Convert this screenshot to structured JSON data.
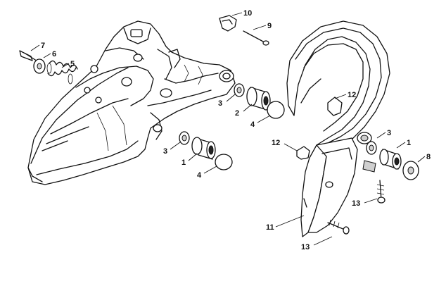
{
  "callouts": [
    {
      "id": "c10",
      "text": "10"
    },
    {
      "id": "c9",
      "text": "9"
    },
    {
      "id": "c7",
      "text": "7"
    },
    {
      "id": "c6",
      "text": "6"
    },
    {
      "id": "c5",
      "text": "5"
    },
    {
      "id": "c12a",
      "text": "12"
    },
    {
      "id": "c3a",
      "text": "3"
    },
    {
      "id": "c2",
      "text": "2"
    },
    {
      "id": "c4a",
      "text": "4"
    },
    {
      "id": "c3b",
      "text": "3"
    },
    {
      "id": "c1a",
      "text": "1"
    },
    {
      "id": "c4b",
      "text": "4"
    },
    {
      "id": "c12b",
      "text": "12"
    },
    {
      "id": "c3c",
      "text": "3"
    },
    {
      "id": "c1b",
      "text": "1"
    },
    {
      "id": "c8",
      "text": "8"
    },
    {
      "id": "c13a",
      "text": "13"
    },
    {
      "id": "c11",
      "text": "11"
    },
    {
      "id": "c13b",
      "text": "13"
    }
  ]
}
